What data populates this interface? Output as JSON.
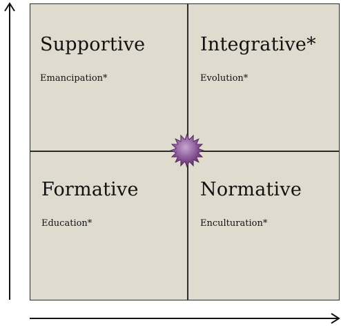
{
  "quadrants": {
    "top_left": {
      "title": "Supportive",
      "subtitle": "Emancipation*"
    },
    "top_right": {
      "title": "Integrative*",
      "subtitle": "Evolution*"
    },
    "bottom_left": {
      "title": "Formative",
      "subtitle": "Education*"
    },
    "bottom_right": {
      "title": "Normative",
      "subtitle": "Enculturation*"
    }
  },
  "colors": {
    "quadrant_fill": "#e0dbcf",
    "grid_lines": "#2a2a2a",
    "star_fill": "#7a4a86"
  },
  "icons": {
    "center_marker": "starburst-icon",
    "vertical_axis": "arrow-up-icon",
    "horizontal_axis": "arrow-right-icon"
  }
}
